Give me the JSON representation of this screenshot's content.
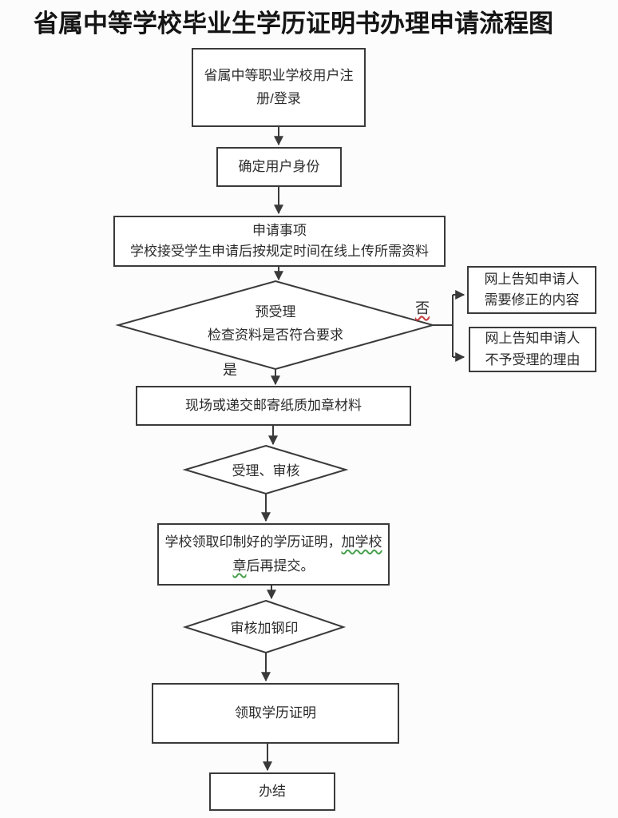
{
  "title": "省属中等学校毕业生学历证明书办理申请流程图",
  "flowchart": {
    "nodes": {
      "register": {
        "line1": "省属中等职业学校用户注",
        "line2": "册/登录"
      },
      "identity": {
        "label": "确定用户身份"
      },
      "apply": {
        "line1": "申请事项",
        "line2": "学校接受学生申请后按规定时间在线上传所需资料"
      },
      "pre_accept": {
        "line1": "预受理",
        "line2": "检查资料是否符合要求"
      },
      "notify_fix": {
        "line1": "网上告知申请人",
        "line2": "需要修正的内容"
      },
      "notify_reject": {
        "line1": "网上告知申请人",
        "line2": "不予受理的理由"
      },
      "submit_paper": {
        "label": "现场或递交邮寄纸质加章材料"
      },
      "accept_review": {
        "label": "受理、审核"
      },
      "school_collect": {
        "line1_normal": "学校领取印制好的学历证明，",
        "line1_marked": "加学校",
        "line2_marked": "章",
        "line2_normal": "后再提交。"
      },
      "review_emboss": {
        "label": "审核加钢印"
      },
      "collect_cert": {
        "label": "领取学历证明"
      },
      "complete": {
        "label": "办结"
      }
    },
    "branch_labels": {
      "yes": "是",
      "no": "否"
    }
  },
  "colors": {
    "line": "#3a3a3a",
    "text": "#2b2b2b",
    "title": "#151515",
    "no_label_underline": "#c43b3b",
    "green_mark": "#46a04b",
    "background": "#fcfcfc"
  }
}
